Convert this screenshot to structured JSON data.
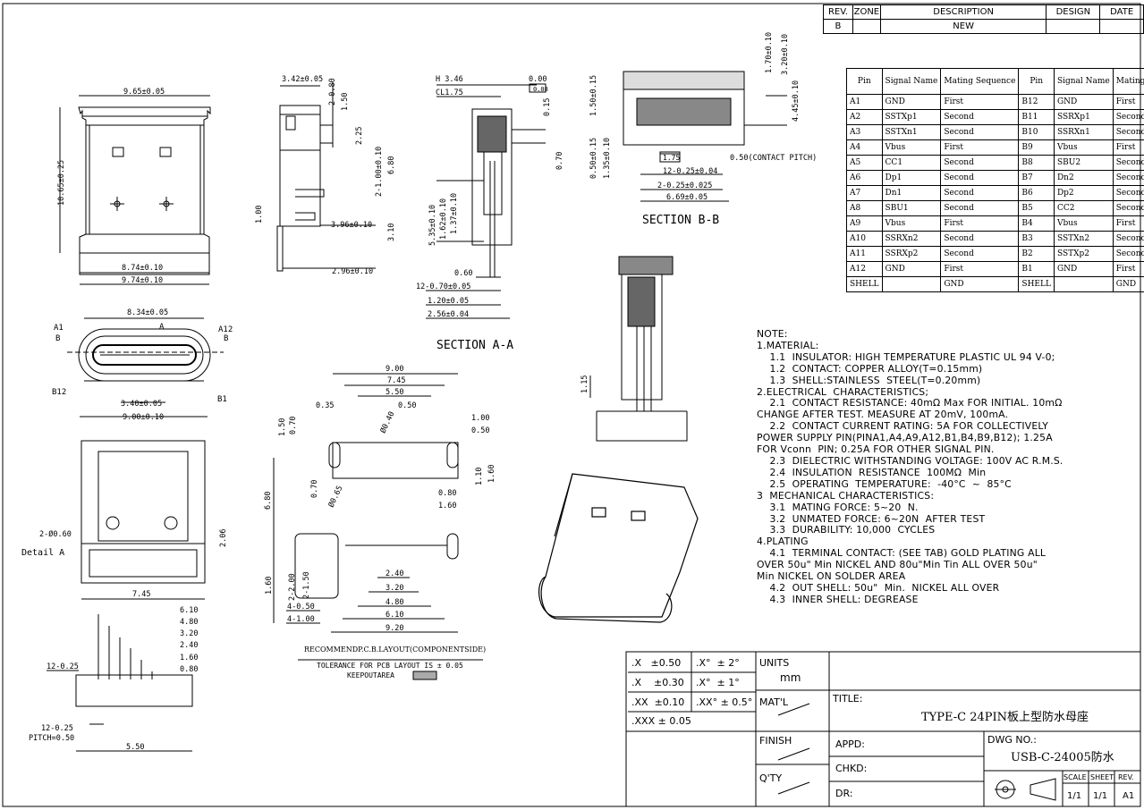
{
  "revision_block": {
    "headers": [
      "REV.",
      "ZONE",
      "DESCRIPTION",
      "DESIGN",
      "DATE"
    ],
    "row": [
      "B",
      "",
      "NEW",
      "",
      ""
    ]
  },
  "pin_table": {
    "headers": [
      "Pin",
      "Signal Name",
      "Mating Sequence",
      "Pin",
      "Signal Name",
      "Mating Sequence"
    ],
    "rows": [
      [
        "A1",
        "GND",
        "First",
        "B12",
        "GND",
        "First"
      ],
      [
        "A2",
        "SSTXp1",
        "Second",
        "B11",
        "SSRXp1",
        "Second"
      ],
      [
        "A3",
        "SSTXn1",
        "Second",
        "B10",
        "SSRXn1",
        "Second"
      ],
      [
        "A4",
        "Vbus",
        "First",
        "B9",
        "Vbus",
        "First"
      ],
      [
        "A5",
        "CC1",
        "Second",
        "B8",
        "SBU2",
        "Second"
      ],
      [
        "A6",
        "Dp1",
        "Second",
        "B7",
        "Dn2",
        "Second"
      ],
      [
        "A7",
        "Dn1",
        "Second",
        "B6",
        "Dp2",
        "Second"
      ],
      [
        "A8",
        "SBU1",
        "Second",
        "B5",
        "CC2",
        "Second"
      ],
      [
        "A9",
        "Vbus",
        "First",
        "B4",
        "Vbus",
        "First"
      ],
      [
        "A10",
        "SSRXn2",
        "Second",
        "B3",
        "SSTXn2",
        "Second"
      ],
      [
        "A11",
        "SSRXp2",
        "Second",
        "B2",
        "SSTXp2",
        "Second"
      ],
      [
        "A12",
        "GND",
        "First",
        "B1",
        "GND",
        "First"
      ],
      [
        "SHELL",
        "",
        "GND",
        "SHELL",
        "",
        "GND"
      ]
    ]
  },
  "notes": [
    "NOTE:",
    "1.MATERIAL:",
    "    1.1  INSULATOR: HIGH TEMPERATURE PLASTIC UL 94 V-0;",
    "    1.2  CONTACT: COPPER ALLOY(T=0.15mm)",
    "    1.3  SHELL:STAINLESS  STEEL(T=0.20mm)",
    "2.ELECTRICAL  CHARACTERISTICS;",
    "    2.1  CONTACT RESISTANCE: 40mΩ Max FOR INITIAL. 10mΩ",
    "CHANGE AFTER TEST. MEASURE AT 20mV, 100mA.",
    "    2.2  CONTACT CURRENT RATING: 5A FOR COLLECTIVELY",
    "POWER SUPPLY PIN(PINA1,A4,A9,A12,B1,B4,B9,B12); 1.25A",
    "FOR Vconn  PIN; 0.25A FOR OTHER SIGNAL PIN.",
    "    2.3  DIELECTRIC WITHSTANDING VOLTAGE: 100V AC R.M.S.",
    "    2.4  INSULATION  RESISTANCE  100MΩ  Min",
    "    2.5  OPERATING  TEMPERATURE:  -40°C  ~  85°C",
    "3  MECHANICAL CHARACTERISTICS:",
    "    3.1  MATING FORCE: 5~20  N.",
    "    3.2  UNMATED FORCE: 6~20N  AFTER TEST",
    "    3.3  DURABILITY: 10,000  CYCLES",
    "4.PLATING",
    "    4.1  TERMINAL CONTACT: (SEE TAB) GOLD PLATING ALL",
    "OVER 50u\" Min NICKEL AND 80u\"Min Tin ALL OVER 50u\"",
    "Min NICKEL ON SOLDER AREA",
    "    4.2  OUT SHELL: 50u\"  Min.  NICKEL ALL OVER",
    "    4.3  INNER SHELL: DEGREASE"
  ],
  "tolerances": [
    {
      "a": ".X",
      "b": "±0.50",
      "c": ".X°",
      "d": "± 2°"
    },
    {
      "a": ".X",
      "b": "±0.30",
      "c": ".X°",
      "d": "± 1°"
    },
    {
      "a": ".XX",
      "b": "±0.10",
      "c": ".XX°",
      "d": "± 0.5°"
    },
    {
      "a": ".XXX",
      "b": "± 0.05",
      "c": "",
      "d": ""
    }
  ],
  "title_block": {
    "units_label": "UNITS",
    "units_value": "mm",
    "matl_label": "MAT'L",
    "finish_label": "FINISH",
    "qty_label": "Q'TY",
    "title_label": "TITLE:",
    "title_value": "TYPE-C 24PIN板上型防水母座",
    "appd_label": "APPD:",
    "chkd_label": "CHKD:",
    "dr_label": "DR:",
    "dwg_label": "DWG NO.:",
    "dwg_value": "USB-C-24005防水",
    "scale_label": "SCALE",
    "scale_value": "1/1",
    "sheet_label": "SHEET",
    "sheet_value": "1/1",
    "rev_label": "REV.",
    "rev_value": "A1"
  },
  "section_labels": {
    "section_aa": "SECTION  A-A",
    "section_bb": "SECTION  B-B",
    "detail_a": "Detail  A"
  },
  "pcb_layout": {
    "heading": "RECOMMENDP.C.B.LAYOUT(COMPONENTSIDE)",
    "tolerance": "TOLERANCE FOR PCB LAYOUT IS ± 0.05",
    "keepout": "KEEPOUTAREA"
  },
  "dimensions": {
    "front_width_top": "9.65±0.05",
    "front_height": "10.65±0.25",
    "front_w1": "8.74±0.10",
    "front_w2": "9.74±0.10",
    "side_top": "3.42±0.05",
    "side_080": "2-0.80",
    "side_150": "1.50",
    "side_225": "2.25",
    "side_680": "6.80",
    "side_2100": "2-1.00±0.10",
    "side_100": "1.00",
    "side_396": "3.96±0.10",
    "side_310": "3.10",
    "side_296": "2.96±0.10",
    "aa_h": "H 3.46",
    "aa_cl": "CL1.75",
    "aa_000": "0.00",
    "aa_008": "0.08",
    "aa_015": "0.15",
    "aa_070": "0.70",
    "aa_535": "5.35±0.10",
    "aa_162": "1.62±0.10",
    "aa_137": "1.37±0.10",
    "aa_060": "0.60",
    "aa_12070": "12-0.70±0.05",
    "aa_120": "1.20±0.05",
    "aa_256": "2.56±0.04",
    "bb_170": "1.70±0.10",
    "bb_320": "3.20±0.10",
    "bb_150": "1.50±0.15",
    "bb_445": "4.45±0.10",
    "bb_050": "0.50±0.15",
    "bb_135": "1.35±0.10",
    "bb_175": "1.75",
    "bb_pitch": "0.50(CONTACT PITCH)",
    "bb_12025": "12-0.25±0.04",
    "bb_2025": "2-0.25±0.025",
    "bb_669": "6.69±0.05",
    "fr_115": "1.15",
    "face_834": "8.34±0.05",
    "face_a": "A",
    "face_a1": "A1",
    "face_b": "B",
    "face_a12": "A12",
    "face_b2": "B",
    "face_b12": "B12",
    "face_b1": "B1",
    "face_340": "3.40±0.05",
    "face_900": "9.00±0.10",
    "bot_260": "2-Ø0.60",
    "bot_206": "2.06",
    "bot_745": "7.45",
    "pin_610": "6.10",
    "pin_480": "4.80",
    "pin_320": "3.20",
    "pin_240": "2.40",
    "pin_160": "1.60",
    "pin_080": "0.80",
    "pin_12025": "12-0.25",
    "pin_12025b": "12-0.25",
    "pin_pitch": "PITCH=0.50",
    "pin_550": "5.50",
    "pcb_900": "9.00",
    "pcb_745": "7.45",
    "pcb_550": "5.50",
    "pcb_035": "0.35",
    "pcb_050": "0.50",
    "pcb_150": "1.50",
    "pcb_070": "0.70",
    "pcb_040": "Ø0.40",
    "pcb_100": "1.00",
    "pcb_050b": "0.50",
    "pcb_110": "1.10",
    "pcb_160": "1.60",
    "pcb_070b": "0.70",
    "pcb_065": "Ø0.65",
    "pcb_080": "0.80",
    "pcb_160b": "1.60",
    "pcb_680": "6.80",
    "pcb_160c": "1.60",
    "pcb_2200": "2-2.00",
    "pcb_2150": "2-1.50",
    "pcb_4050": "4-0.50",
    "pcb_4100": "4-1.00",
    "pcb_240": "2.40",
    "pcb_320": "3.20",
    "pcb_480": "4.80",
    "pcb_610": "6.10",
    "pcb_920": "9.20"
  }
}
